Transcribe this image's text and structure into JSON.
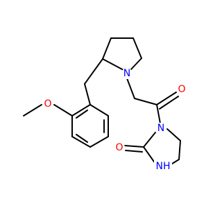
{
  "structure": {
    "atoms": {
      "n_pyrrolidine": {
        "symbol": "N",
        "color": "#0000ff"
      },
      "o_methoxy": {
        "symbol": "O",
        "color": "#ff0000"
      },
      "o_amide": {
        "symbol": "O",
        "color": "#ff0000"
      },
      "n_imid_1": {
        "symbol": "N",
        "color": "#0000ff"
      },
      "o_urea": {
        "symbol": "O",
        "color": "#ff0000"
      },
      "nh_imid": {
        "symbol": "NH",
        "color": "#0000ff"
      }
    },
    "bond_color": "#000000",
    "background": "#ffffff"
  }
}
